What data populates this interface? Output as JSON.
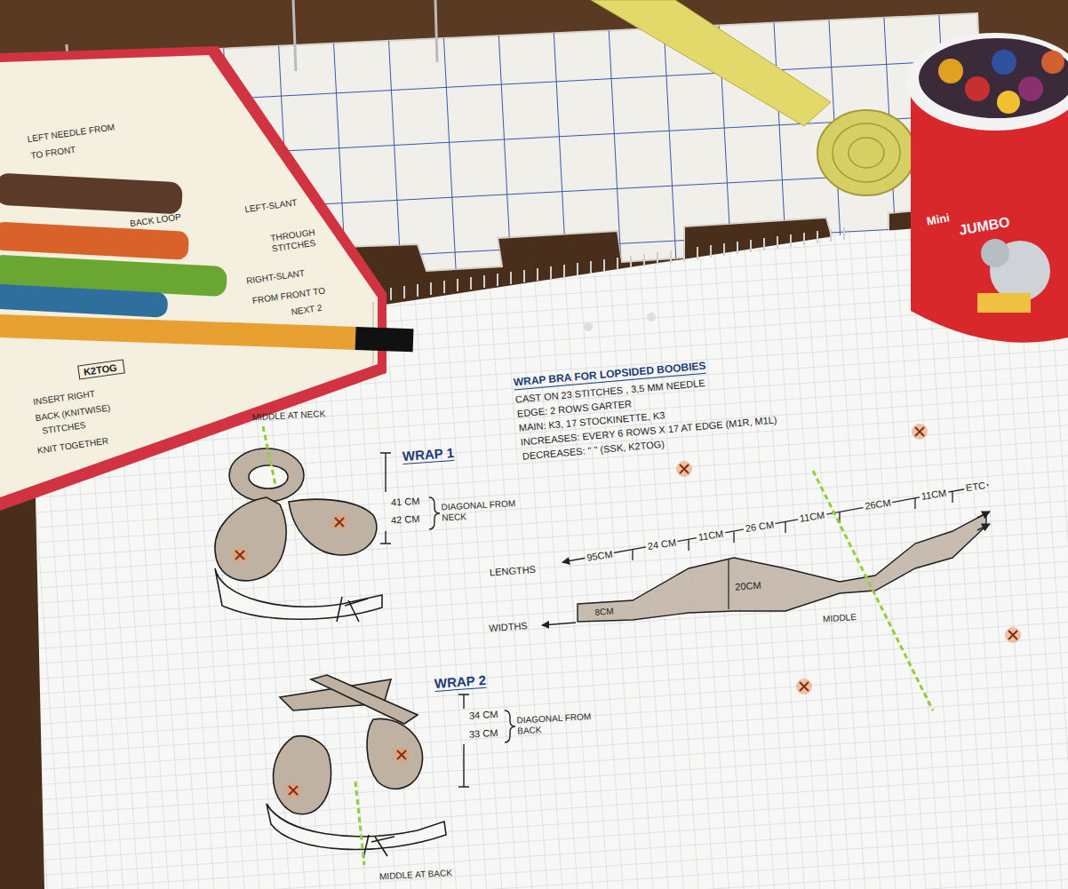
{
  "diagram": {
    "title": "WRAP BRA FOR LOPSIDED BOOBIES",
    "nodes": [
      {
        "text": [
          "K2TOG"
        ]
      }
    ],
    "labels": [
      "CAST ON 23 STITCHES , 3,5 MM NEEDLE",
      "EDGE: 2 ROWS GARTER",
      "MAIN: K3, 17 STOCKINETTE, K3",
      "INCREASES: EVERY 6 ROWS X 17 AT EDGE (M1R, M1L)",
      "DECREASES: \" \" (SSK, K2TOG)",
      "MIDDLE AT NECK",
      "WRAP 1",
      "41 CM",
      "42 CM",
      "DIAGONAL FROM NECK",
      "LENGTHS",
      "95CM",
      "24 CM",
      "11CM",
      "26 CM",
      "11CM",
      "26CM",
      "11CM",
      "ETC",
      "WIDTHS",
      "8CM",
      "20CM",
      "MIDDLE",
      "WRAP 2",
      "34 CM",
      "33 CM",
      "DIAGONAL FROM BACK",
      "MIDDLE AT BACK",
      "LEFT NEEDLE FROM",
      "TO FRONT",
      "BACK LOOP",
      "LEFT-SLANT",
      "THROUGH STITCHES",
      "RIGHT-SLANT",
      "FROM FRONT TO",
      "NEXT 2",
      "INSERT RIGHT",
      "BACK (KNITWISE)",
      "STITCHES",
      "KNIT TOGETHER",
      "Mini",
      "JUMBO"
    ]
  }
}
